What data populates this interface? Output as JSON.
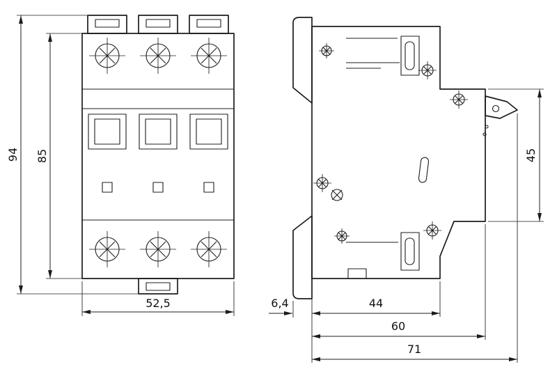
{
  "dimensions": {
    "front": {
      "total_height": "94",
      "body_height": "85",
      "width": "52,5"
    },
    "side": {
      "clip_offset": "6,4",
      "depth_a": "44",
      "depth_b": "60",
      "depth_c": "71",
      "front_height": "45"
    }
  },
  "colors": {
    "line": "#1c1c1c",
    "background": "#ffffff"
  }
}
